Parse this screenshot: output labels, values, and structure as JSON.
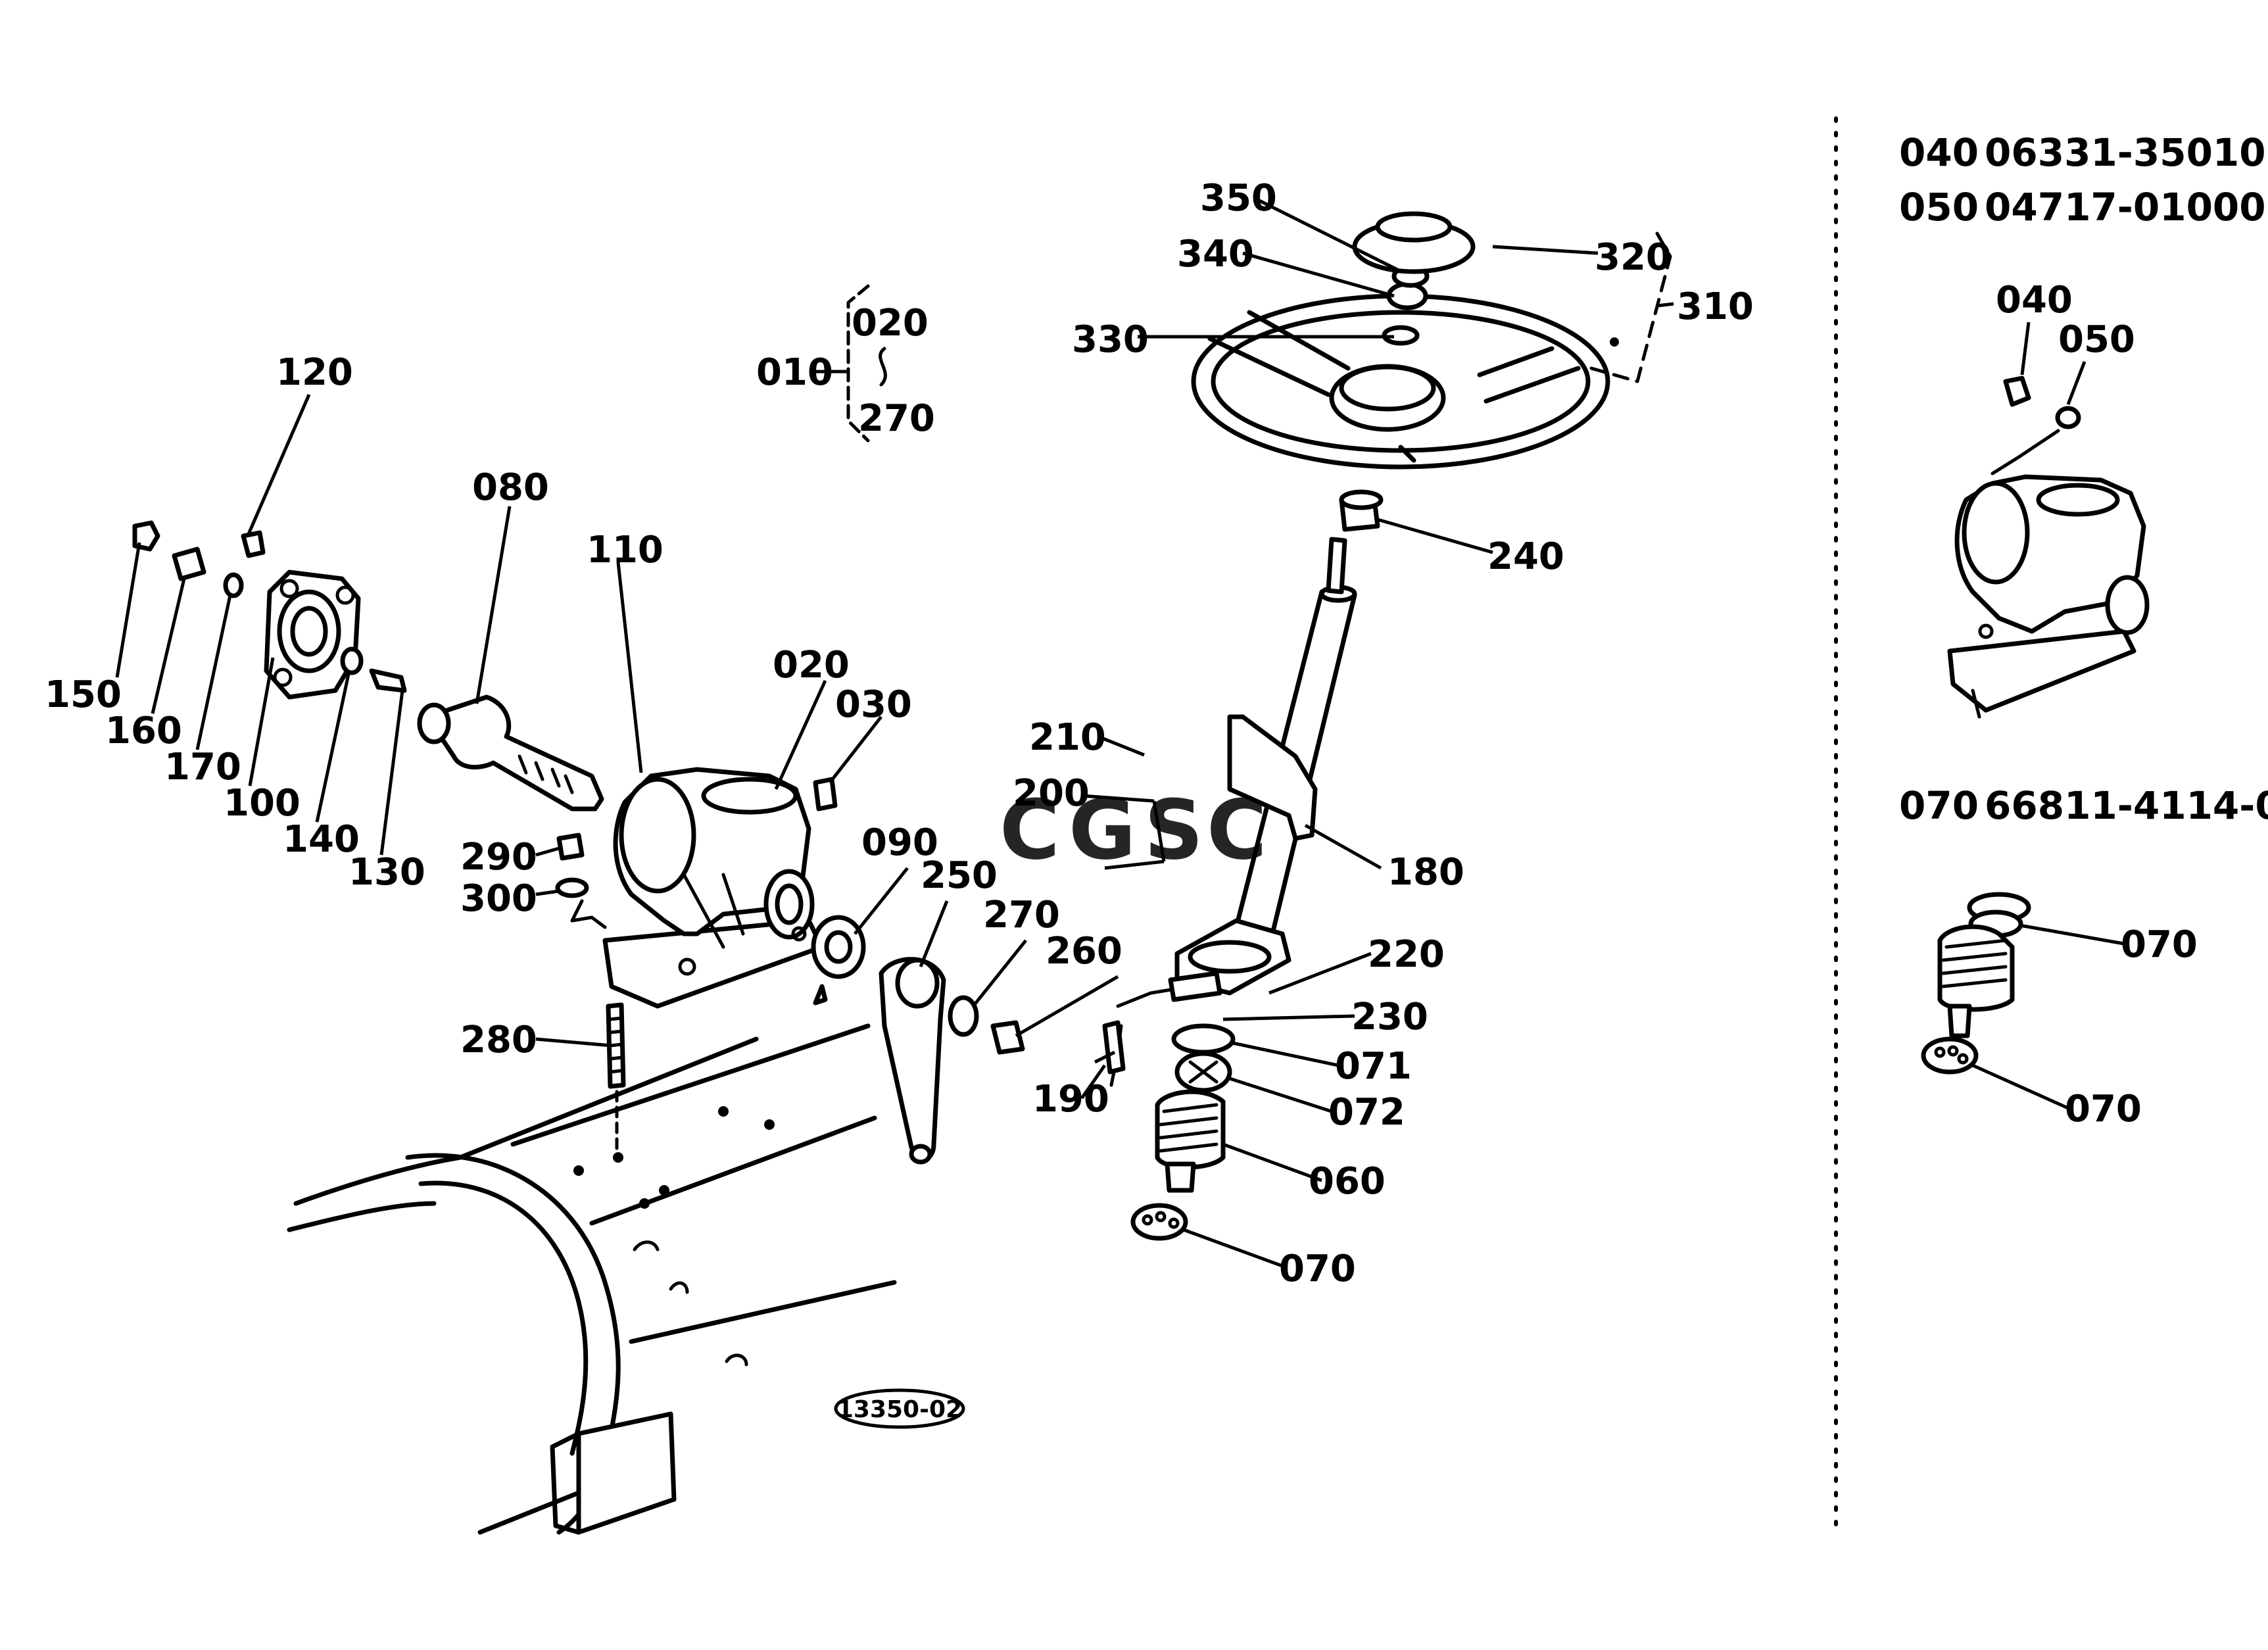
{
  "drawing_code": "13350-02",
  "watermark": {
    "letters": [
      "C",
      "G",
      "S",
      "C"
    ],
    "colors": [
      "#4a86e8",
      "#e8453c",
      "#f4b400",
      "#34a853"
    ]
  },
  "callouts": {
    "c010": "010",
    "c020a": "020",
    "c270a": "270",
    "c020b": "020",
    "c030": "030",
    "c060": "060",
    "c070a": "070",
    "c071": "071",
    "c072": "072",
    "c080": "080",
    "c090": "090",
    "c100": "100",
    "c110": "110",
    "c120": "120",
    "c130": "130",
    "c140": "140",
    "c150": "150",
    "c160": "160",
    "c170": "170",
    "c180": "180",
    "c190": "190",
    "c200": "200",
    "c210": "210",
    "c220": "220",
    "c230": "230",
    "c240": "240",
    "c250": "250",
    "c260": "260",
    "c270b": "270",
    "c280": "280",
    "c290": "290",
    "c300": "300",
    "c310": "310",
    "c320": "320",
    "c330": "330",
    "c340": "340",
    "c350": "350"
  },
  "side_panel": {
    "ref1": {
      "num": "040",
      "part": "06331-35010"
    },
    "ref2": {
      "num": "050",
      "part": "04717-01000"
    },
    "ref3": {
      "num": "070",
      "part": "66811-4114-0"
    },
    "inset1_labels": {
      "a": "040",
      "b": "050"
    },
    "inset2_labels": {
      "a": "070",
      "b": "070"
    }
  }
}
